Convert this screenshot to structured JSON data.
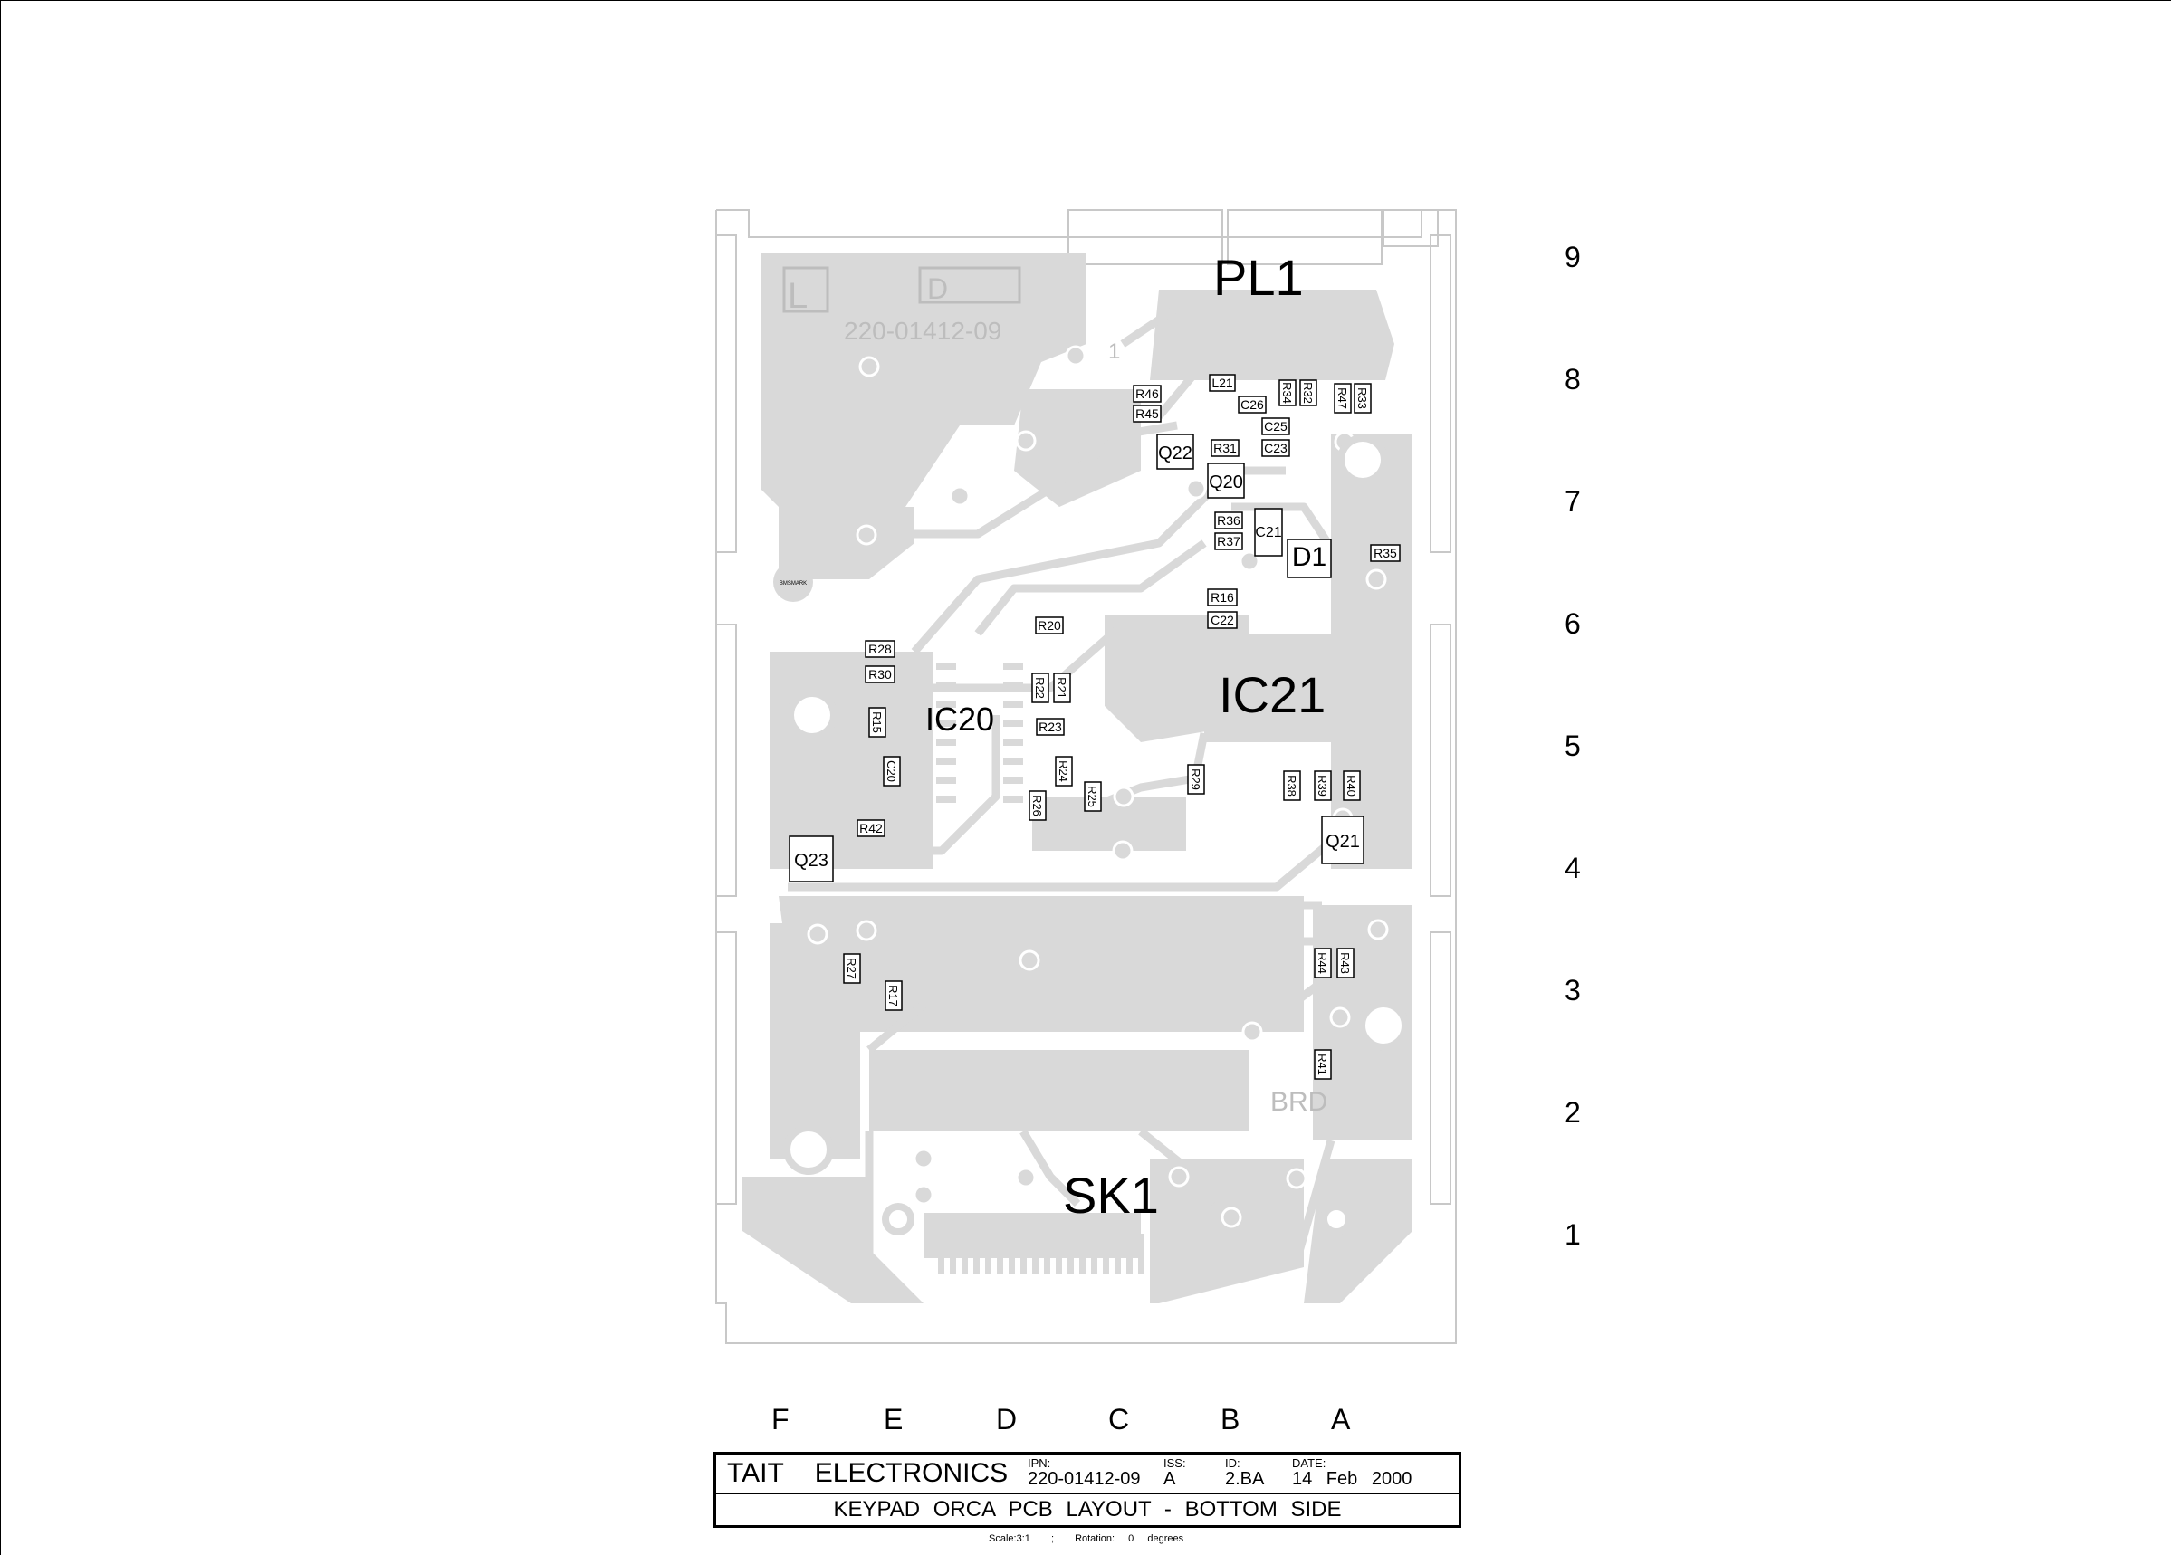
{
  "board": {
    "part_number_silk": "220-01412-09",
    "silk_marks": [
      "L",
      "D",
      "1",
      "BRD",
      "BMSMARK"
    ],
    "connectors": {
      "top": "PL1",
      "bottom": "SK1"
    },
    "ics": [
      "IC20",
      "IC21"
    ],
    "transistors": [
      "Q20",
      "Q21",
      "Q22",
      "Q23"
    ],
    "diodes": [
      "D1"
    ],
    "components": [
      "R46",
      "R45",
      "L21",
      "R34",
      "R32",
      "R47",
      "R33",
      "C26",
      "C25",
      "C23",
      "R31",
      "R36",
      "C21",
      "R37",
      "R35",
      "R16",
      "C22",
      "R20",
      "R28",
      "R30",
      "R22",
      "R21",
      "R15",
      "R23",
      "C20",
      "R24",
      "R25",
      "R26",
      "R29",
      "R38",
      "R39",
      "R40",
      "R42",
      "R27",
      "R17",
      "R44",
      "R43",
      "R41"
    ]
  },
  "grid": {
    "rows": [
      "9",
      "8",
      "7",
      "6",
      "5",
      "4",
      "3",
      "2",
      "1"
    ],
    "columns": [
      "F",
      "E",
      "D",
      "C",
      "B",
      "A"
    ]
  },
  "title_block": {
    "company_word1": "TAIT",
    "company_word2": "ELECTRONICS",
    "ipn_label": "IPN:",
    "ipn": "220-01412-09",
    "iss_label": "ISS:",
    "iss": "A",
    "id_label": "ID:",
    "id": "2.BA",
    "date_label": "DATE:",
    "date": "14 Feb 2000",
    "title": "KEYPAD ORCA PCB LAYOUT - BOTTOM SIDE"
  },
  "footer": {
    "scale": "Scale:3:1",
    "sep": ";",
    "rotation_label": "Rotation:",
    "rotation": "0",
    "rotation_unit": "degrees"
  }
}
